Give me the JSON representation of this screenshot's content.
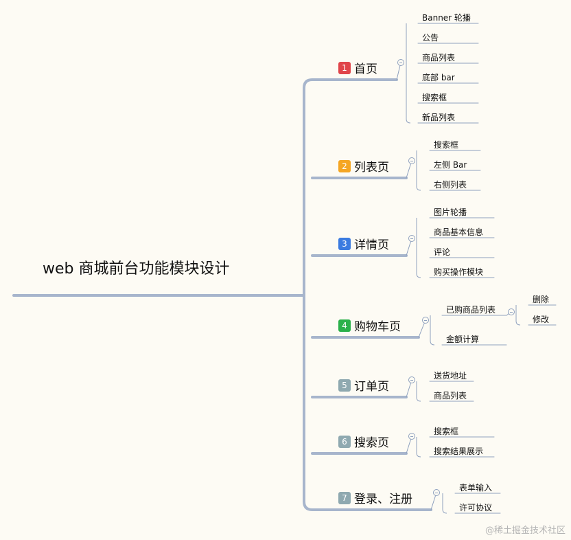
{
  "root": "web 商城前台功能模块设计",
  "branches": [
    {
      "num": "1",
      "color": "#e0454a",
      "title": "首页",
      "leaves": [
        "Banner 轮播",
        "公告",
        "商品列表",
        "底部 bar",
        "搜索框",
        "新品列表"
      ]
    },
    {
      "num": "2",
      "color": "#f5a623",
      "title": "列表页",
      "leaves": [
        "搜索框",
        "左侧 Bar",
        "右侧列表"
      ]
    },
    {
      "num": "3",
      "color": "#3b7be0",
      "title": "详情页",
      "leaves": [
        "图片轮播",
        "商品基本信息",
        "评论",
        "购买操作模块"
      ]
    },
    {
      "num": "4",
      "color": "#2bb14a",
      "title": "购物车页",
      "leaves": [
        "已购商品列表",
        "金额计算"
      ],
      "sub": [
        "删除",
        "修改"
      ]
    },
    {
      "num": "5",
      "color": "#8fa9b0",
      "title": "订单页",
      "leaves": [
        "送货地址",
        "商品列表"
      ]
    },
    {
      "num": "6",
      "color": "#8fa9b0",
      "title": "搜索页",
      "leaves": [
        "搜索框",
        "搜索结果展示"
      ]
    },
    {
      "num": "7",
      "color": "#8fa9b0",
      "title": "登录、注册",
      "leaves": [
        "表单输入",
        "许可协议"
      ]
    }
  ],
  "watermark": "@稀土掘金技术社区"
}
